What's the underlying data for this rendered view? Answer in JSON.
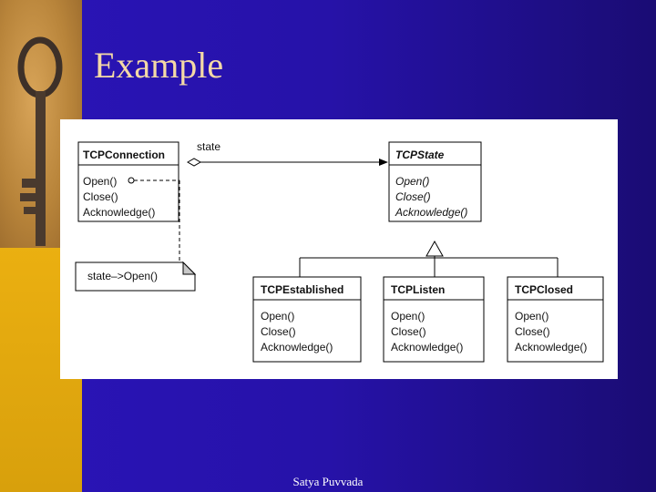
{
  "slide": {
    "title": "Example",
    "footer": "Satya Puvvada"
  },
  "diagram": {
    "context_class": {
      "name": "TCPConnection",
      "operations": [
        "Open()",
        "Close()",
        "Acknowledge()"
      ]
    },
    "association_label": "state",
    "note": "state–>Open()",
    "state_class": {
      "name": "TCPState",
      "operations": [
        "Open()",
        "Close()",
        "Acknowledge()"
      ]
    },
    "subclasses": [
      {
        "name": "TCPEstablished",
        "operations": [
          "Open()",
          "Close()",
          "Acknowledge()"
        ]
      },
      {
        "name": "TCPListen",
        "operations": [
          "Open()",
          "Close()",
          "Acknowledge()"
        ]
      },
      {
        "name": "TCPClosed",
        "operations": [
          "Open()",
          "Close()",
          "Acknowledge()"
        ]
      }
    ]
  },
  "colors": {
    "background": "#2612a8",
    "accent_bar": "#f3c21a",
    "title_text": "#f4d9a6"
  }
}
